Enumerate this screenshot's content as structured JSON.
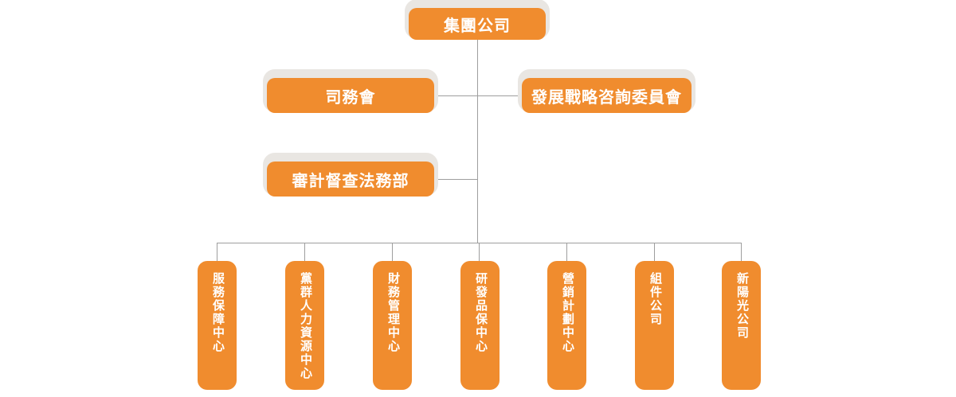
{
  "org_chart": {
    "root": {
      "label": "集團公司"
    },
    "committees": [
      {
        "label": "司務會"
      },
      {
        "label": "發展戰略咨詢委員會"
      }
    ],
    "office": {
      "label": "審計督查法務部"
    },
    "departments": [
      {
        "label": "服務保障中心"
      },
      {
        "label": "黨群人力資源中心"
      },
      {
        "label": "財務管理中心"
      },
      {
        "label": "研發品保中心"
      },
      {
        "label": "營銷計劃中心"
      },
      {
        "label": "組件公司"
      },
      {
        "label": "新陽光公司"
      }
    ],
    "colors": {
      "node_fill": "#F08C2E",
      "node_text": "#FFFFFF",
      "node_halo": "#E9E6E2",
      "connector": "#9E9E9E",
      "background": "#FFFFFF"
    }
  }
}
